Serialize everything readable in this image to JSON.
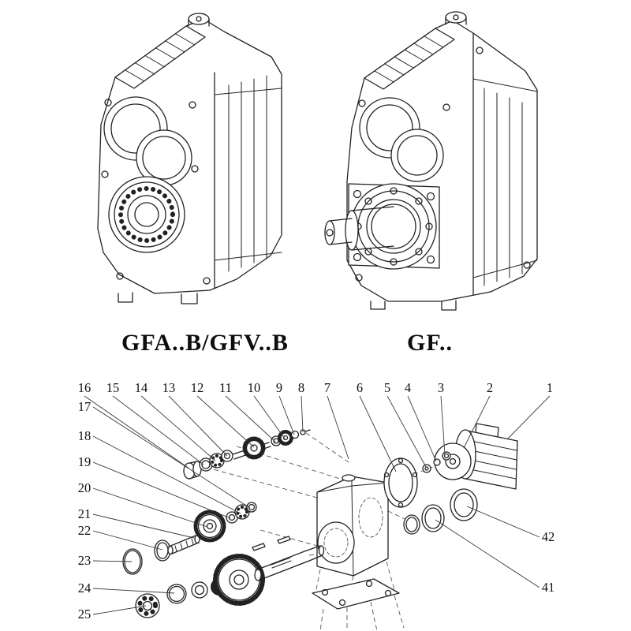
{
  "colors": {
    "ink": "#222222",
    "paper": "#ffffff"
  },
  "models": {
    "left": "GFA..B/GFV..B",
    "right": "GF.."
  },
  "exploded": {
    "callouts_top": [
      "16",
      "15",
      "14",
      "13",
      "12",
      "11",
      "10",
      "9",
      "8",
      "7",
      "6",
      "5",
      "4",
      "3",
      "2",
      "1"
    ],
    "callouts_left": [
      "17",
      "18",
      "19",
      "20",
      "21",
      "22",
      "23",
      "24",
      "25"
    ],
    "callouts_right": [
      "42",
      "41"
    ]
  }
}
